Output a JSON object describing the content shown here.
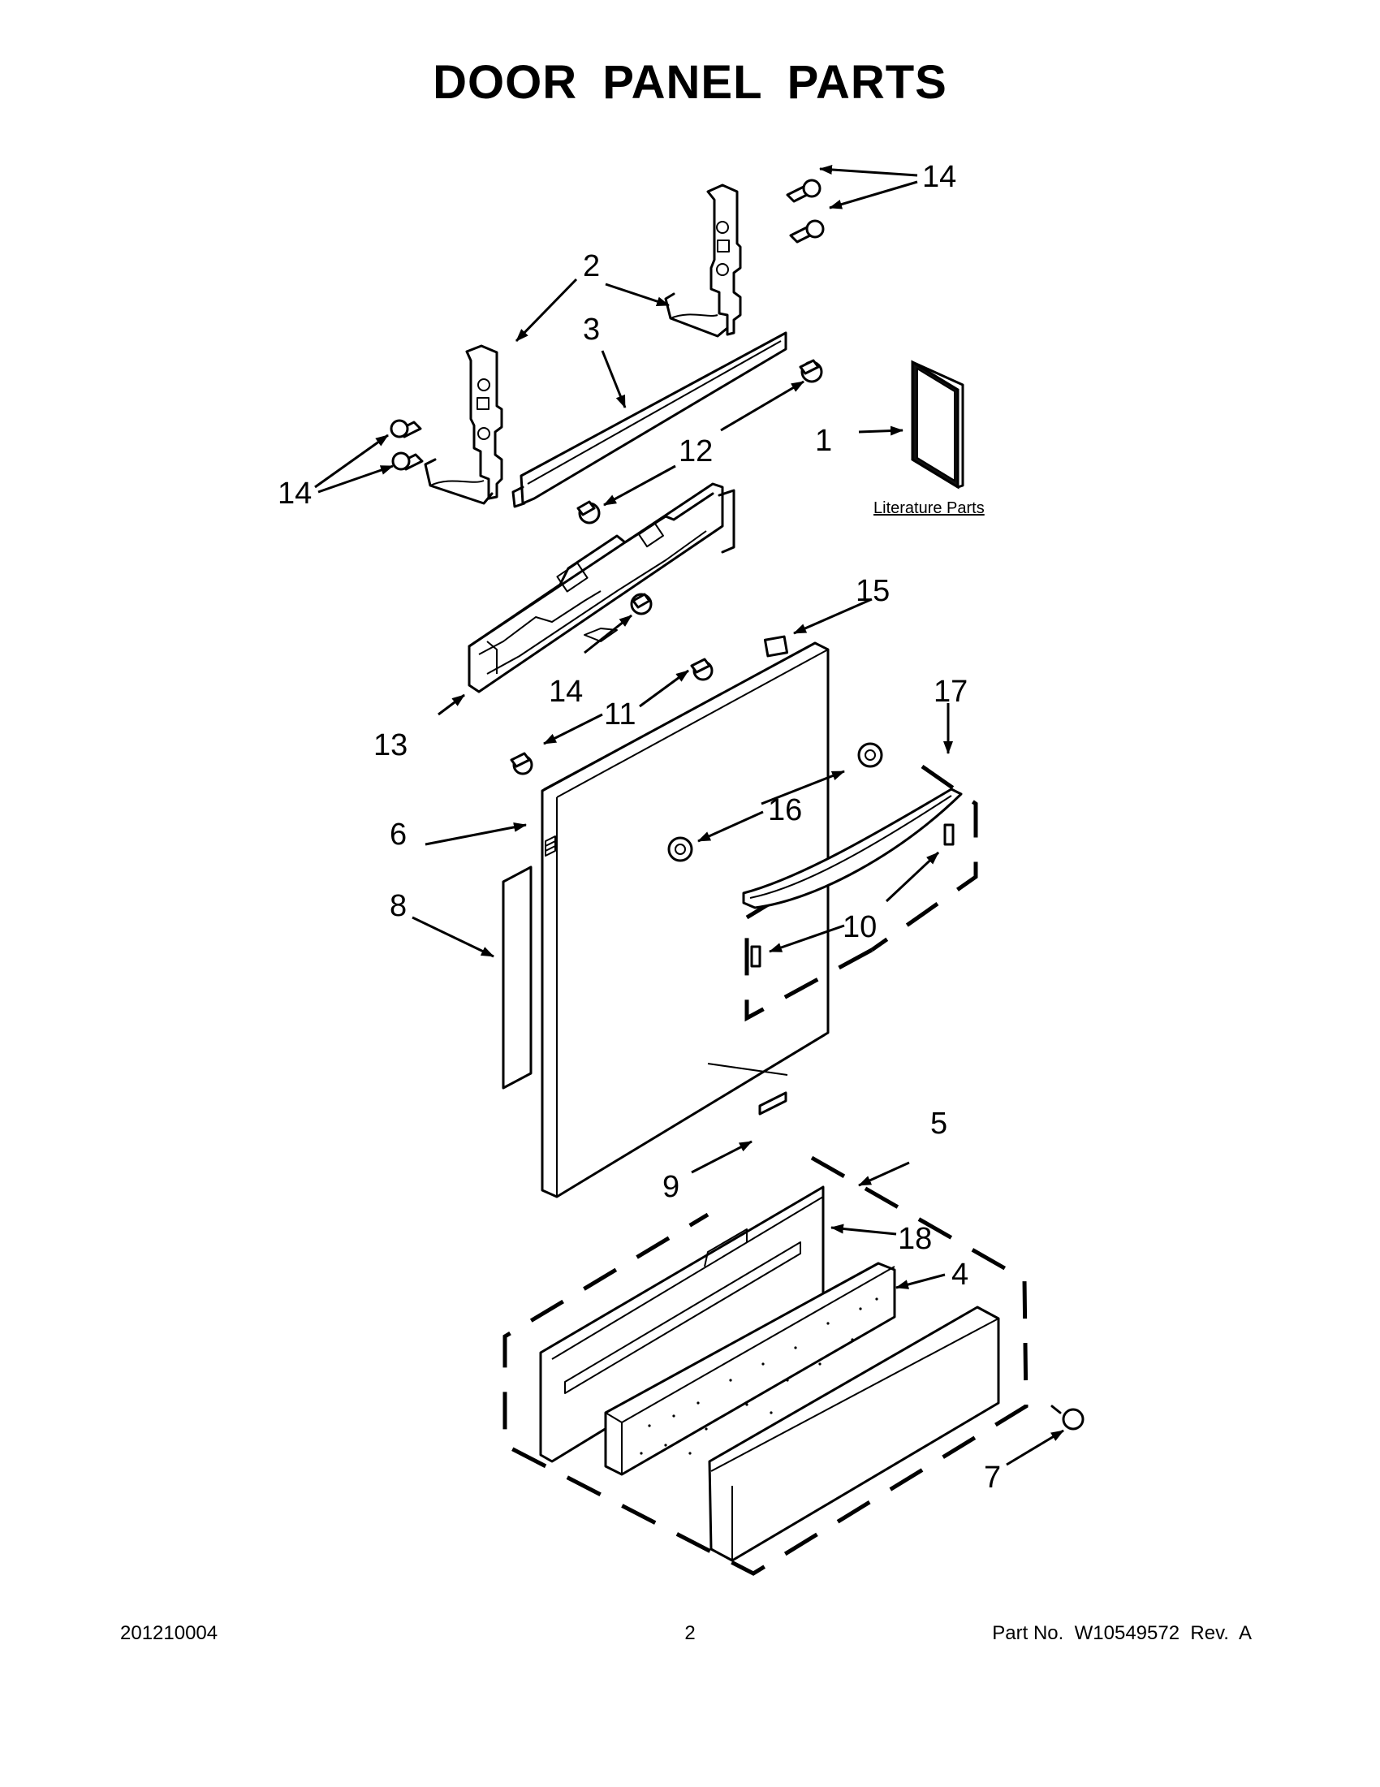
{
  "title": "DOOR PANEL PARTS",
  "callouts": [
    {
      "id": "1",
      "label": "1",
      "part": "literature-booklet"
    },
    {
      "id": "2a",
      "label": "2",
      "part": "hinge-bracket-upper-right"
    },
    {
      "id": "3",
      "label": "3",
      "part": "top-strip"
    },
    {
      "id": "4",
      "label": "4",
      "part": "insulation-block"
    },
    {
      "id": "5",
      "label": "5",
      "part": "lower-panel-kit"
    },
    {
      "id": "6",
      "label": "6",
      "part": "door-panel"
    },
    {
      "id": "7",
      "label": "7",
      "part": "screw"
    },
    {
      "id": "8",
      "label": "8",
      "part": "panel-insert"
    },
    {
      "id": "9",
      "label": "9",
      "part": "badge"
    },
    {
      "id": "10",
      "label": "10",
      "part": "handle-pin"
    },
    {
      "id": "11",
      "label": "11",
      "part": "screw"
    },
    {
      "id": "12",
      "label": "12",
      "part": "screw"
    },
    {
      "id": "13",
      "label": "13",
      "part": "control-assembly"
    },
    {
      "id": "14a",
      "label": "14",
      "part": "screw-upper"
    },
    {
      "id": "14b",
      "label": "14",
      "part": "screw-left"
    },
    {
      "id": "14c",
      "label": "14",
      "part": "screw-control"
    },
    {
      "id": "15",
      "label": "15",
      "part": "clip"
    },
    {
      "id": "16",
      "label": "16",
      "part": "handle-grommet"
    },
    {
      "id": "17",
      "label": "17",
      "part": "handle"
    },
    {
      "id": "18",
      "label": "18",
      "part": "toe-panel"
    }
  ],
  "literature_caption": "Literature Parts",
  "footer": {
    "left": "201210004",
    "center": "2",
    "right": "Part No.  W10549572  Rev.  A"
  }
}
